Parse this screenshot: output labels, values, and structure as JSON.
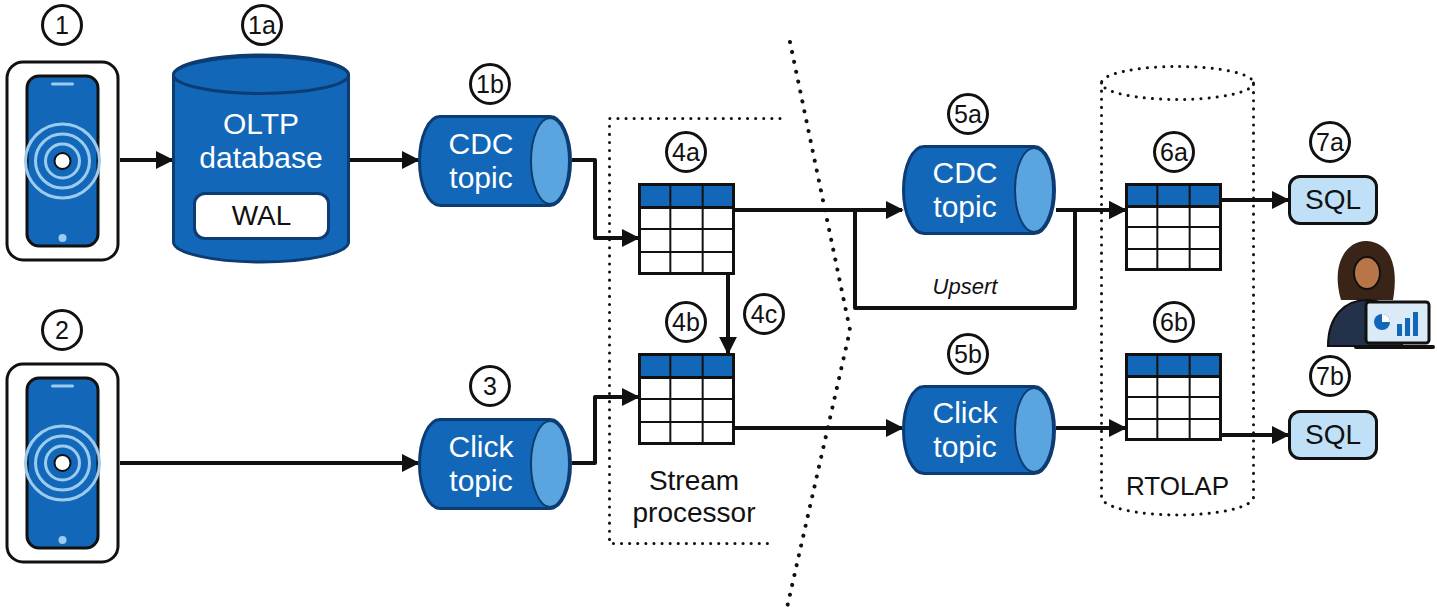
{
  "diagram": {
    "nodes": [
      {
        "text": [
          "1"
        ]
      },
      {
        "text": [
          "1a",
          "OLTP database"
        ]
      },
      {
        "text": [
          "WAL"
        ],
        "in": 1
      },
      {
        "text": [
          "1b",
          "CDC topic"
        ]
      },
      {
        "text": [
          "2"
        ]
      },
      {
        "text": [
          "3",
          "Click topic"
        ]
      },
      {
        "text": [
          "Stream processor"
        ]
      },
      {
        "text": [
          "4a"
        ],
        "in": 6
      },
      {
        "text": [
          "4b"
        ],
        "in": 6
      },
      {
        "text": [
          "5a",
          "CDC topic"
        ]
      },
      {
        "text": [
          "5b",
          "Click topic"
        ]
      },
      {
        "text": [
          "RTOLAP"
        ]
      },
      {
        "text": [
          "6a"
        ],
        "in": 11
      },
      {
        "text": [
          "6b"
        ],
        "in": 11
      },
      {
        "text": [
          "7a",
          "SQL"
        ]
      },
      {
        "text": [
          "7b",
          "SQL"
        ]
      }
    ],
    "edges": [
      {
        "from": 0,
        "to": 1,
        "arrow": "to"
      },
      {
        "from": 1,
        "to": 3,
        "arrow": "to"
      },
      {
        "from": 3,
        "to": 7,
        "arrow": "to"
      },
      {
        "from": 4,
        "to": 5,
        "arrow": "to"
      },
      {
        "from": 5,
        "to": 8,
        "arrow": "to"
      },
      {
        "from": 7,
        "to": 8,
        "arrow": "to",
        "label": "4c"
      },
      {
        "from": 7,
        "to": 9,
        "arrow": "to"
      },
      {
        "from": 7,
        "to": 12,
        "arrow": "to",
        "label": "Upsert"
      },
      {
        "from": 9,
        "to": 12,
        "arrow": "to"
      },
      {
        "from": 8,
        "to": 10,
        "arrow": "to"
      },
      {
        "from": 10,
        "to": 13,
        "arrow": "to"
      },
      {
        "from": 12,
        "to": 14,
        "arrow": "to"
      },
      {
        "from": 13,
        "to": 15,
        "arrow": "to"
      }
    ]
  }
}
